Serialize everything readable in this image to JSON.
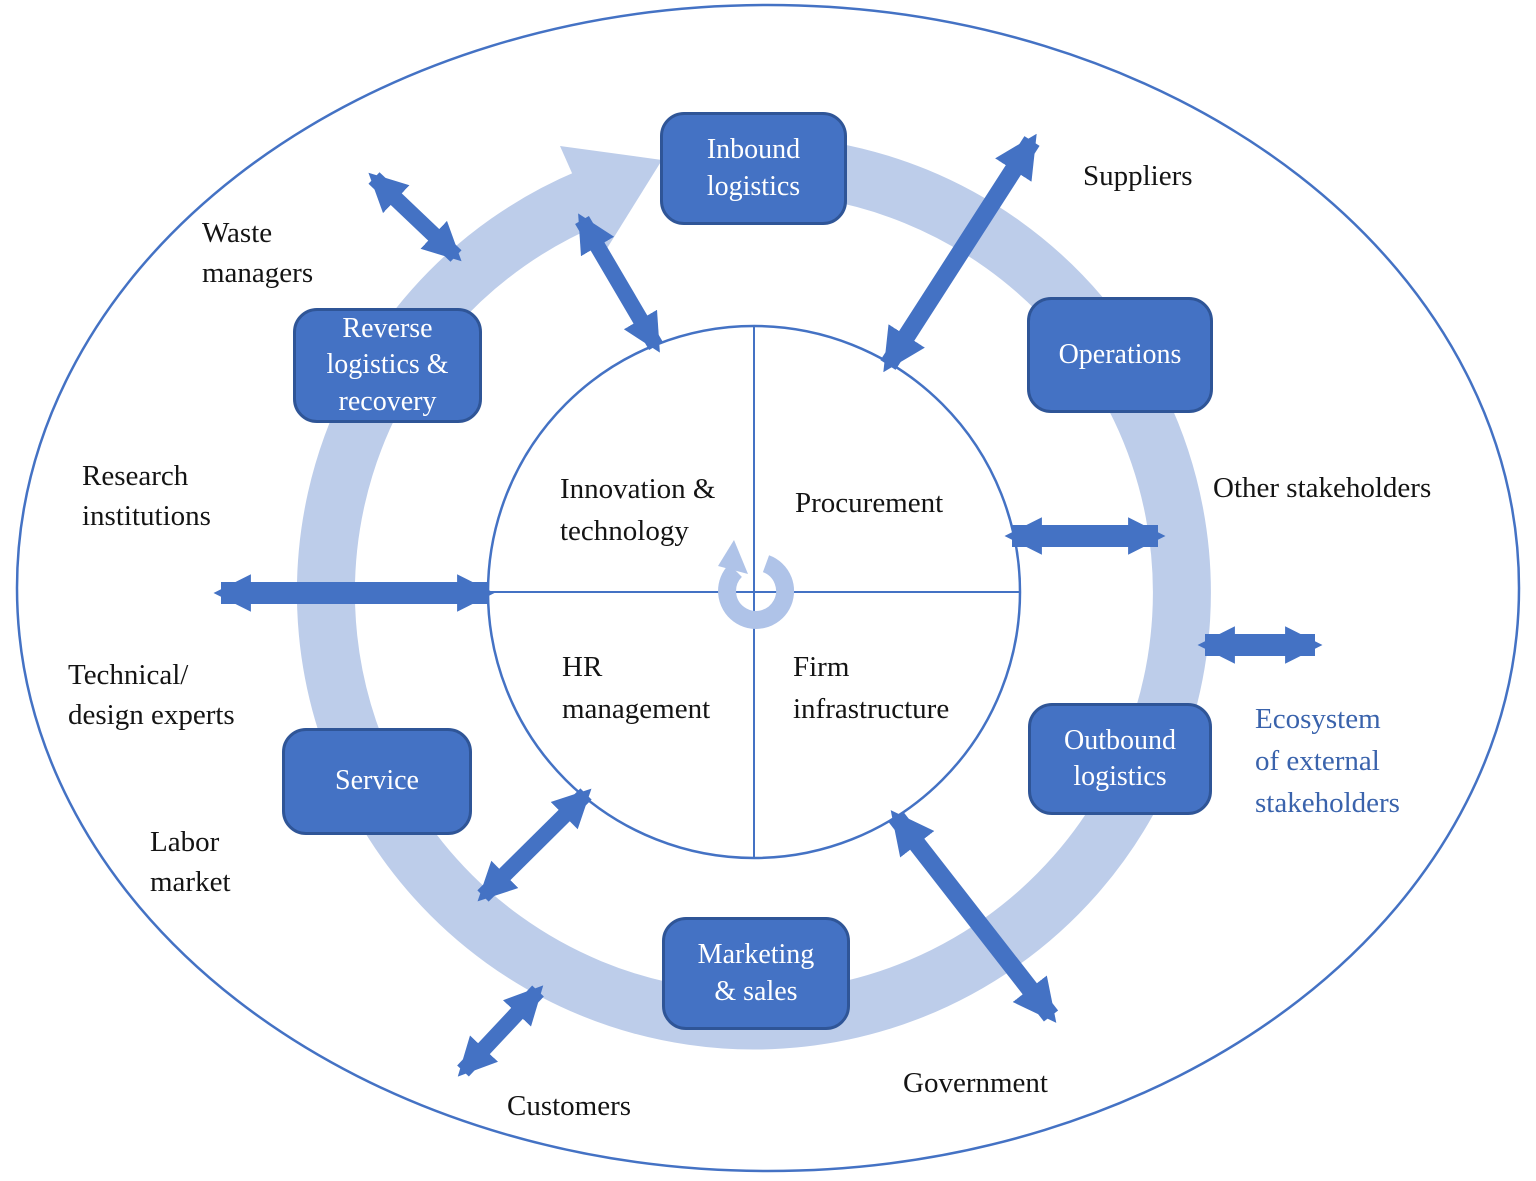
{
  "diagram": {
    "primary_activities": [
      {
        "key": "inbound_logistics",
        "label": "Inbound\nlogistics"
      },
      {
        "key": "operations",
        "label": "Operations"
      },
      {
        "key": "outbound_logistics",
        "label": "Outbound\nlogistics"
      },
      {
        "key": "marketing_sales",
        "label": "Marketing\n& sales"
      },
      {
        "key": "service",
        "label": "Service"
      },
      {
        "key": "reverse_logistics",
        "label": "Reverse\nlogistics &\nrecovery"
      }
    ],
    "support_activities": [
      {
        "key": "innovation_technology",
        "label": "Innovation &\ntechnology"
      },
      {
        "key": "procurement",
        "label": "Procurement"
      },
      {
        "key": "hr_management",
        "label": "HR\nmanagement"
      },
      {
        "key": "firm_infrastructure",
        "label": "Firm\ninfrastructure"
      }
    ],
    "external_stakeholders": [
      {
        "key": "waste_managers",
        "label": "Waste\nmanagers"
      },
      {
        "key": "suppliers",
        "label": "Suppliers"
      },
      {
        "key": "other_stakeholders",
        "label": "Other stakeholders"
      },
      {
        "key": "research_institutions",
        "label": "Research\ninstitutions"
      },
      {
        "key": "technical_design_experts",
        "label": "Technical/\ndesign experts"
      },
      {
        "key": "labor_market",
        "label": "Labor\nmarket"
      },
      {
        "key": "customers",
        "label": "Customers"
      },
      {
        "key": "government",
        "label": "Government"
      }
    ],
    "ecosystem_caption": "Ecosystem\nof external\nstakeholders",
    "icons": {
      "center": "cycle-arrow-icon",
      "ring": "clockwise-ring-arrow"
    },
    "colors": {
      "accent_blue": "#4472C4",
      "box_border_blue": "#2F5597",
      "light_ring_blue": "#BDCDEA",
      "center_icon_blue": "#AFC3E8",
      "ecosystem_text_blue": "#3A63AC",
      "label_black": "#141414"
    }
  }
}
